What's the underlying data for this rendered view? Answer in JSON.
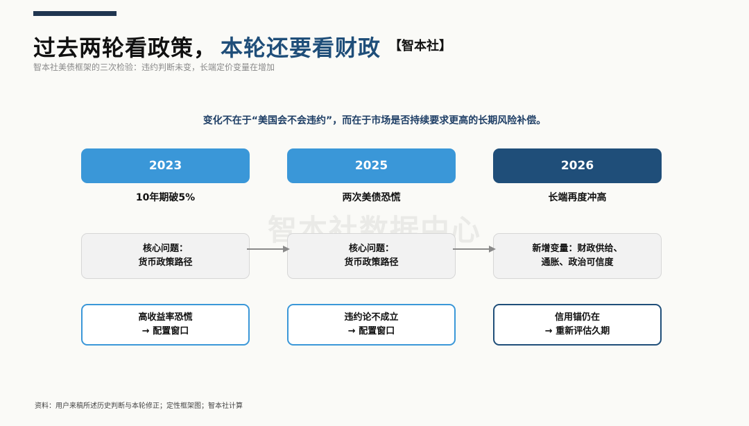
{
  "header": {
    "title_dark": "过去两轮看政策，",
    "title_blue": "本轮还要看财政",
    "title_tag": "【智本社】",
    "subtitle": "智本社美债框架的三次检验：违约判断未变，长端定价变量在增加"
  },
  "headline": "变化不在于“美国会不会违约”，而在于市场是否持续要求更高的长期风险补偿。",
  "watermark": "智本社数据中心",
  "columns": [
    {
      "year": "2023",
      "event": "10年期破5%",
      "core_line1": "核心问题：",
      "core_line2": "货币政策路径",
      "outcome_line1": "高收益率恐慌",
      "outcome_line2": "→ 配置窗口"
    },
    {
      "year": "2025",
      "event": "两次美债恐慌",
      "core_line1": "核心问题：",
      "core_line2": "货币政策路径",
      "outcome_line1": "违约论不成立",
      "outcome_line2": "→ 配置窗口"
    },
    {
      "year": "2026",
      "event": "长端再度冲高",
      "core_line1": "新增变量：财政供给、",
      "core_line2": "通胀、政治可信度",
      "outcome_line1": "信用锚仍在",
      "outcome_line2": "→ 重新评估久期"
    }
  ],
  "colors": {
    "accent_blue": "#3a97d8",
    "dark_blue": "#1f4e79",
    "arrow_gray": "#8a8a8a"
  },
  "footnote": "资料：用户来稿所述历史判断与本轮修正；定性框架图；智本社计算"
}
